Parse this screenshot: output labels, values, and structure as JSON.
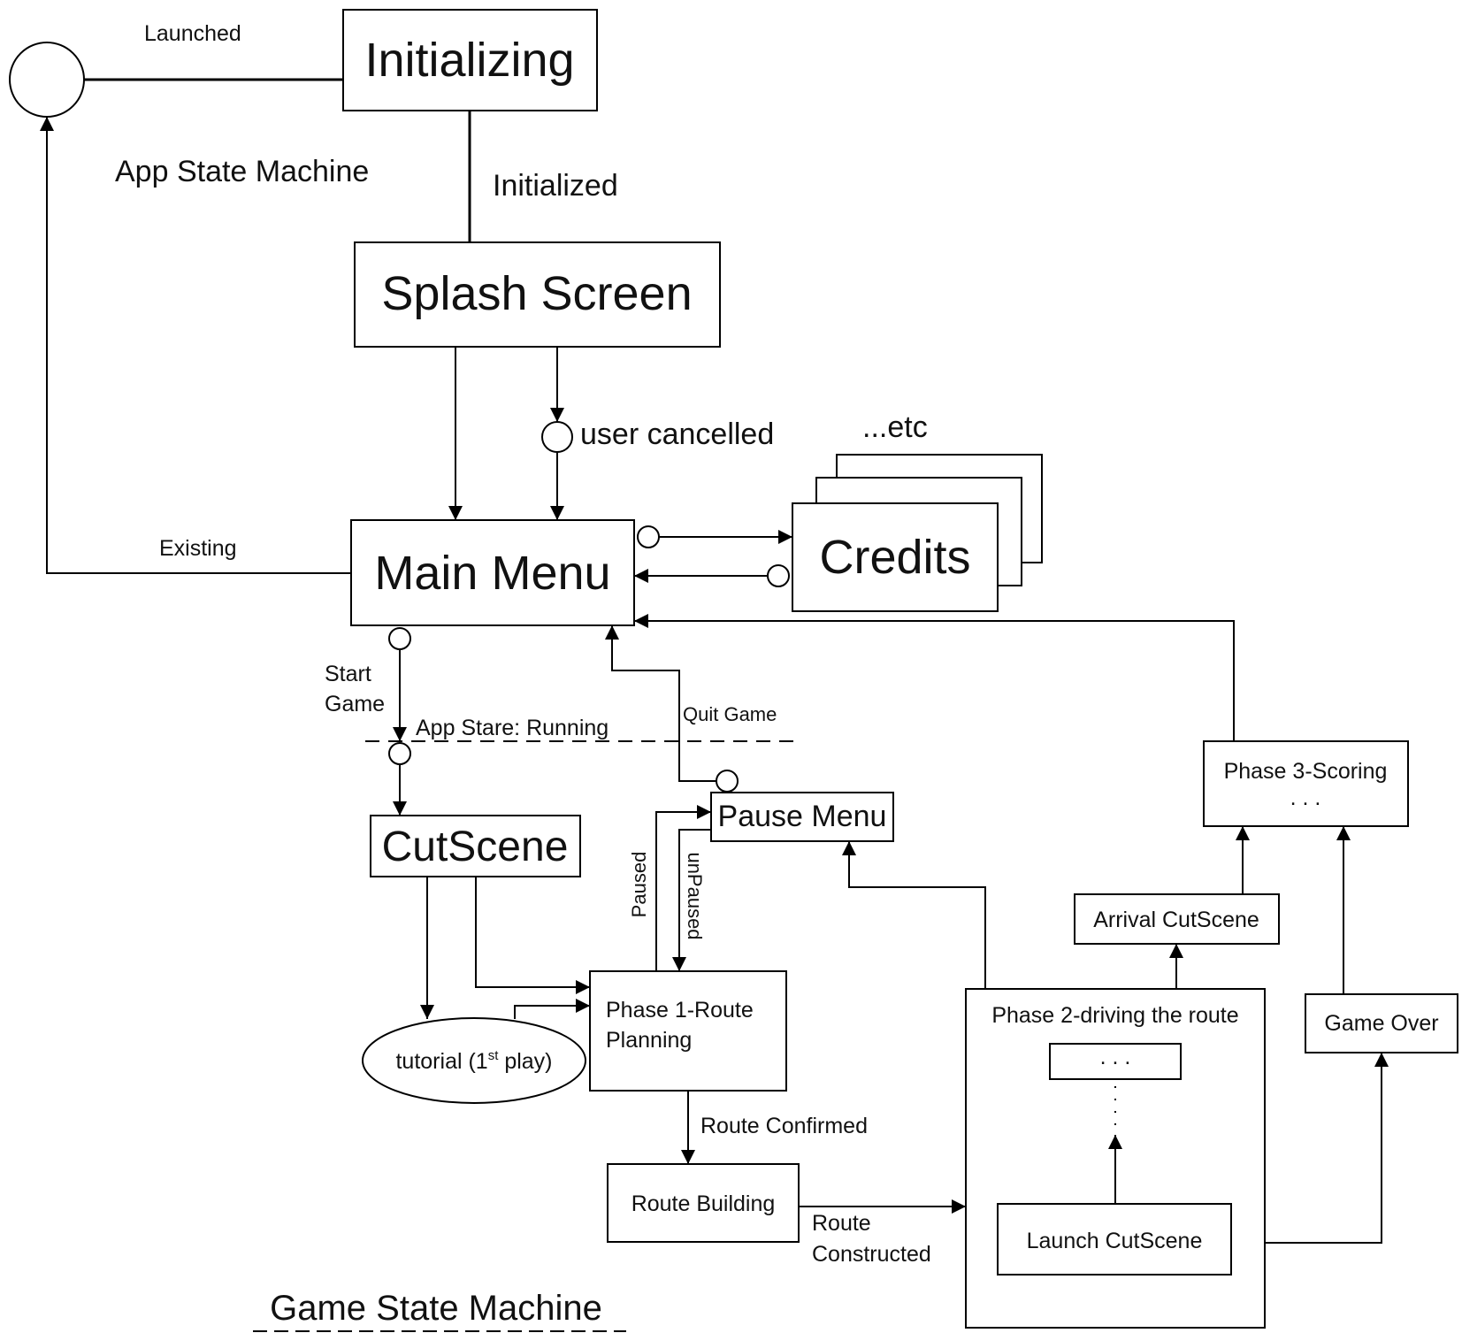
{
  "app_machine": {
    "label": "App State Machine",
    "initializing": "Initializing",
    "launched": "Launched",
    "initialized": "Initialized",
    "splash_screen": "Splash Screen",
    "user_cancelled": "user cancelled",
    "main_menu": "Main Menu",
    "existing": "Existing",
    "credits": "Credits",
    "etc": "...etc"
  },
  "game_machine": {
    "label": "Game State Machine",
    "start_game_line1": "Start",
    "start_game_line2": "Game",
    "app_state_running": "App Stare: Running",
    "quit_game": "Quit Game",
    "cutscene": "CutScene",
    "pause_menu": "Pause Menu",
    "paused": "Paused",
    "unpaused": "unPaused",
    "tutorial_prefix": "tutorial (1",
    "tutorial_sup": "st",
    "tutorial_suffix": " play)",
    "phase1_line1": "Phase 1-Route",
    "phase1_line2": "Planning",
    "route_confirmed": "Route Confirmed",
    "route_building": "Route Building",
    "route_constructed_line1": "Route",
    "route_constructed_line2": "Constructed",
    "phase2": "Phase 2-driving the route",
    "phase2_inner_dots": ". . .",
    "launch_cutscene": "Launch CutScene",
    "arrival_cutscene": "Arrival CutScene",
    "phase3_line1": "Phase 3-Scoring",
    "phase3_line2": ". . .",
    "game_over": "Game Over"
  }
}
